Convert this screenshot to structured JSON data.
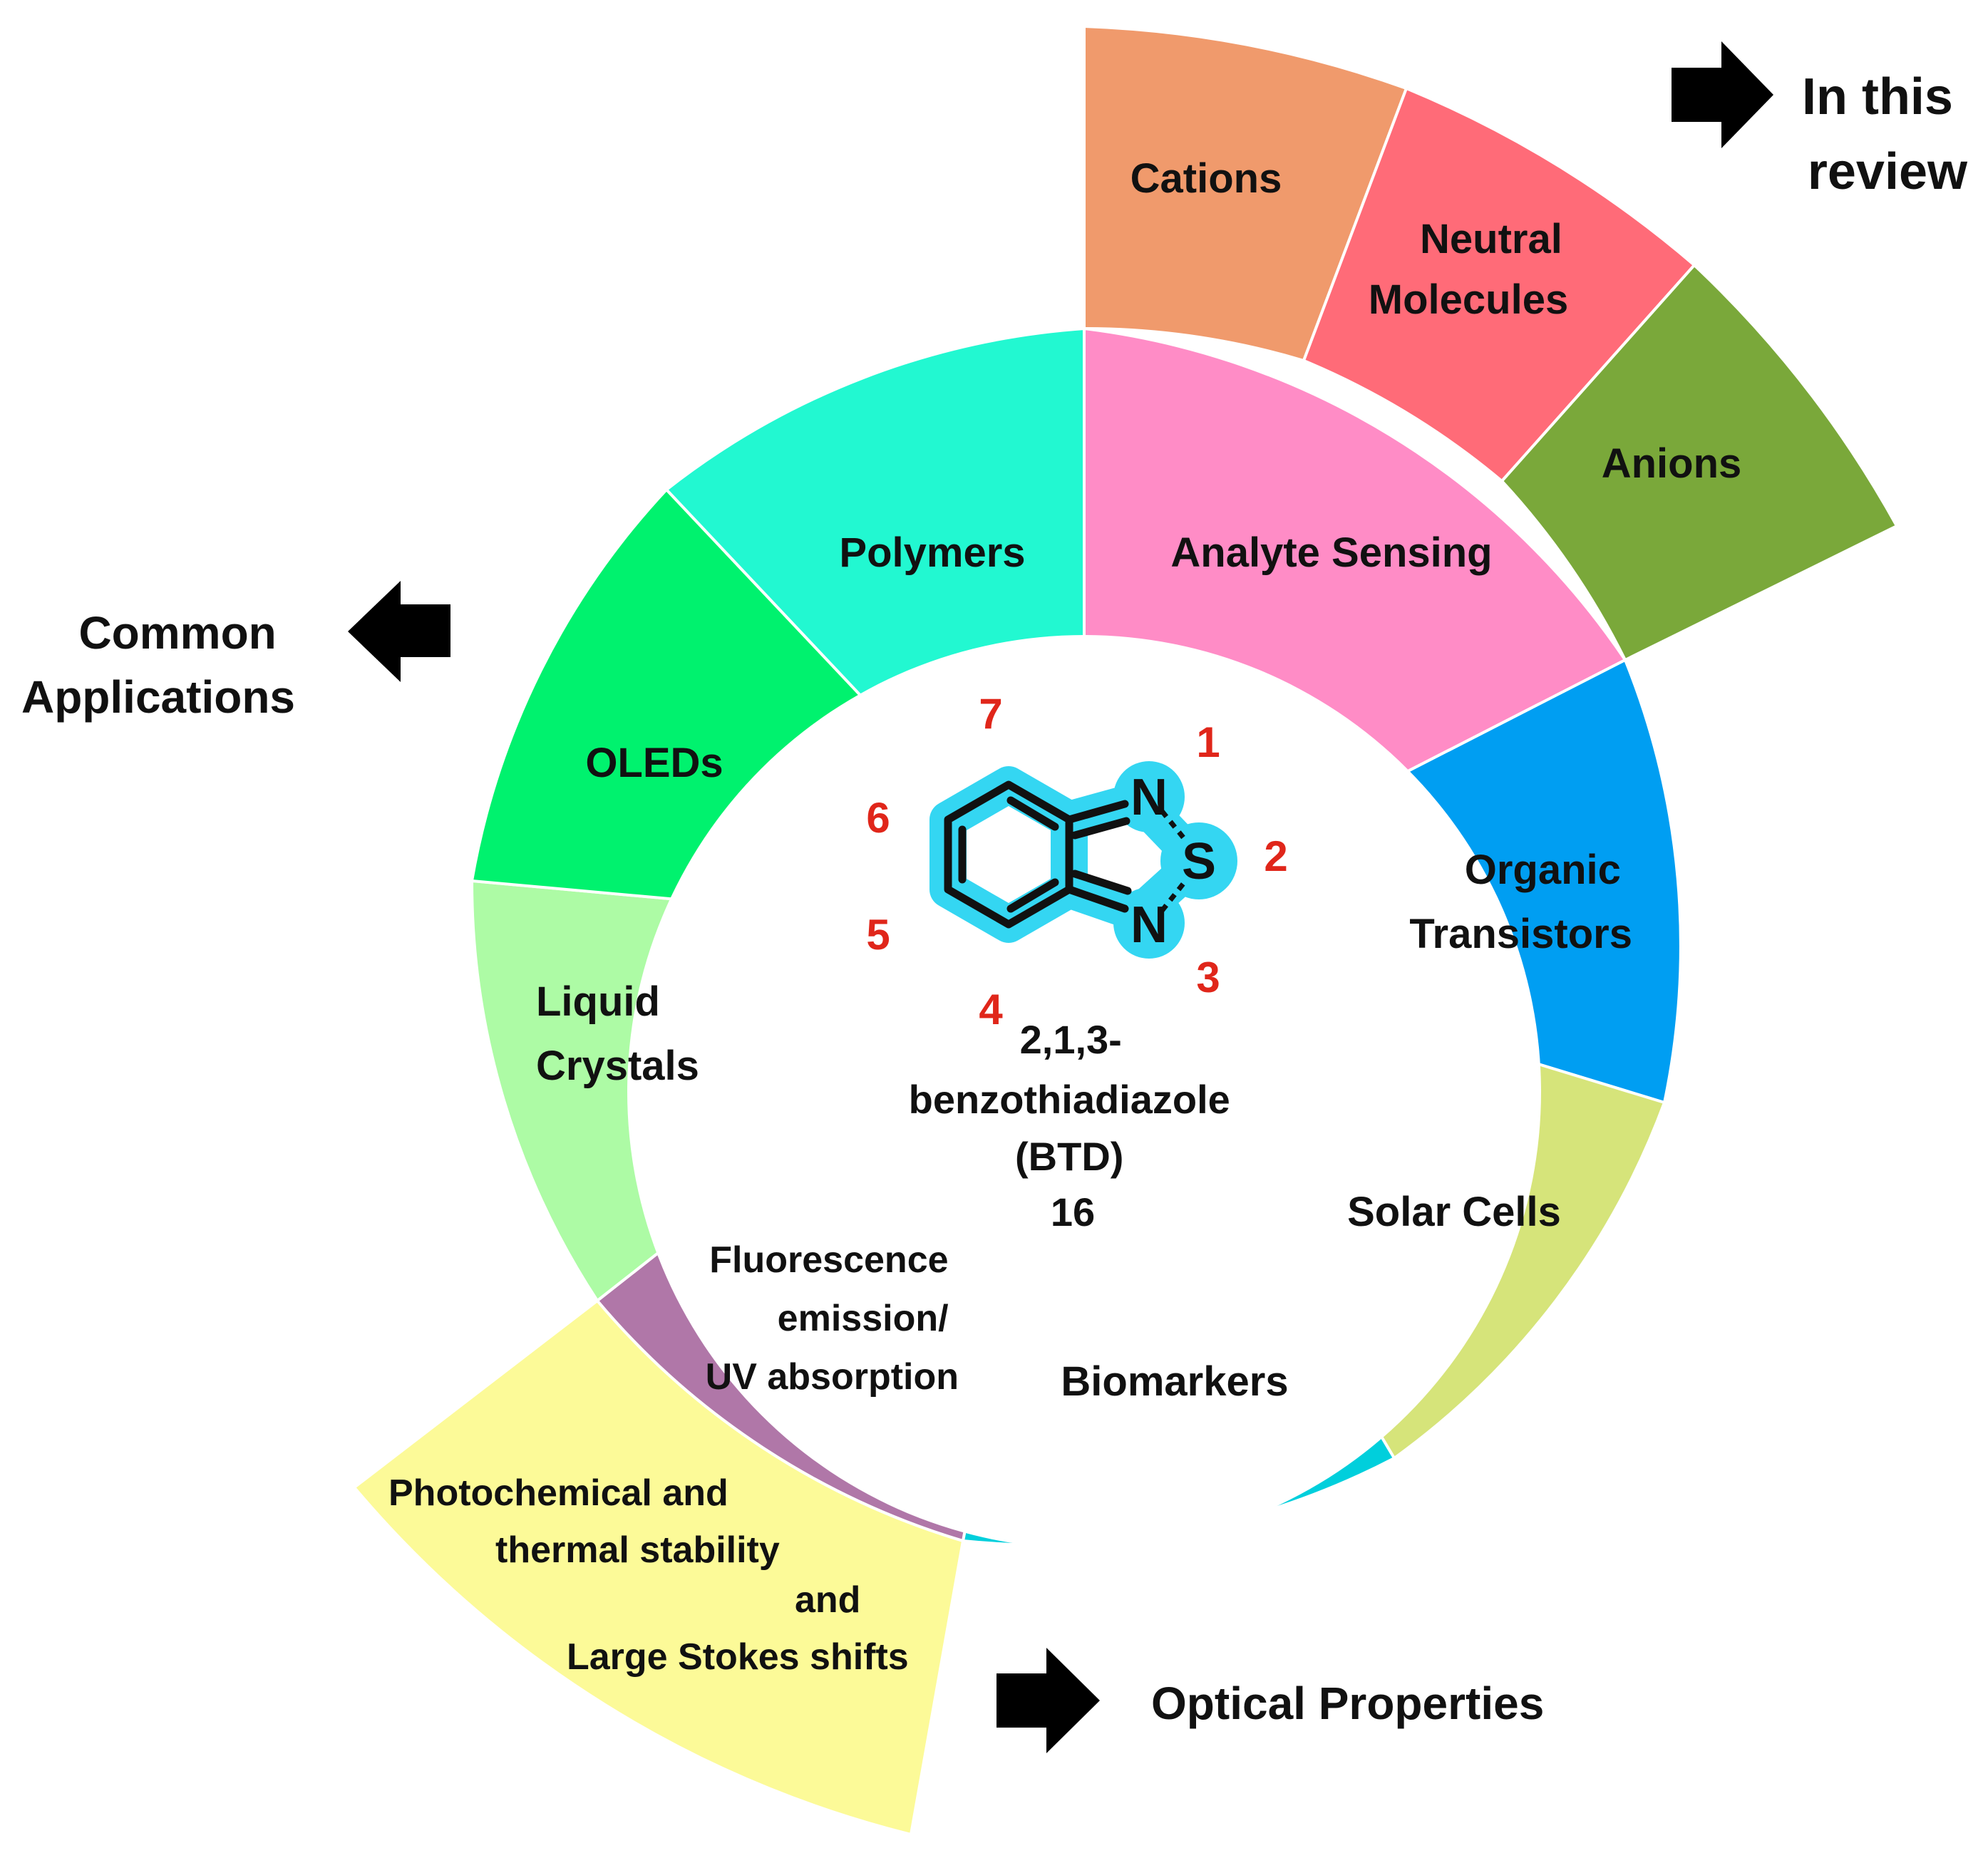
{
  "colors": {
    "analyte_sensing": "#ff8cc6",
    "organic_transistors": "#009ef2",
    "solar_cells": "#d6e47a",
    "biomarkers": "#00cfdc",
    "fluorescence": "#b077a8",
    "liquid_crystals": "#adfba5",
    "oleds": "#00f26e",
    "polymers": "#22f8d1",
    "cations": "#f09a6c",
    "neutral_molecules": "#ff6b78",
    "anions": "#7aa83a",
    "photochemical": "#fcfa98",
    "molecule_glow": "#34d6f2",
    "numbers": "#e0261a"
  },
  "inner_ring": [
    {
      "key": "analyte_sensing",
      "lines": [
        "Analyte Sensing"
      ]
    },
    {
      "key": "organic_transistors",
      "lines": [
        "Organic",
        "Transistors"
      ]
    },
    {
      "key": "solar_cells",
      "lines": [
        "Solar Cells"
      ]
    },
    {
      "key": "biomarkers",
      "lines": [
        "Biomarkers"
      ]
    },
    {
      "key": "fluorescence",
      "lines": [
        "Fluorescence",
        "emission/",
        "UV absorption"
      ]
    },
    {
      "key": "liquid_crystals",
      "lines": [
        "Liquid",
        "Crystals"
      ]
    },
    {
      "key": "oleds",
      "lines": [
        "OLEDs"
      ]
    },
    {
      "key": "polymers",
      "lines": [
        "Polymers"
      ]
    }
  ],
  "outer_ring": [
    {
      "key": "cations",
      "lines": [
        "Cations"
      ]
    },
    {
      "key": "neutral_molecules",
      "lines": [
        "Neutral",
        "Molecules"
      ]
    },
    {
      "key": "anions",
      "lines": [
        "Anions"
      ]
    },
    {
      "key": "photochemical",
      "lines": [
        "Photochemical and",
        "thermal stability",
        "and",
        "Large Stokes shifts"
      ]
    }
  ],
  "side_labels": {
    "in_this_review": [
      "In this",
      "review"
    ],
    "common_applications": [
      "Common",
      "Applications"
    ],
    "optical_properties": [
      "Optical Properties"
    ]
  },
  "center": {
    "lines": [
      "2,1,3-",
      "benzothiadiazole",
      "(BTD)",
      "16"
    ],
    "atoms": {
      "n_top": "N",
      "s": "S",
      "n_bottom": "N"
    },
    "positions": [
      "1",
      "2",
      "3",
      "4",
      "5",
      "6",
      "7"
    ]
  }
}
